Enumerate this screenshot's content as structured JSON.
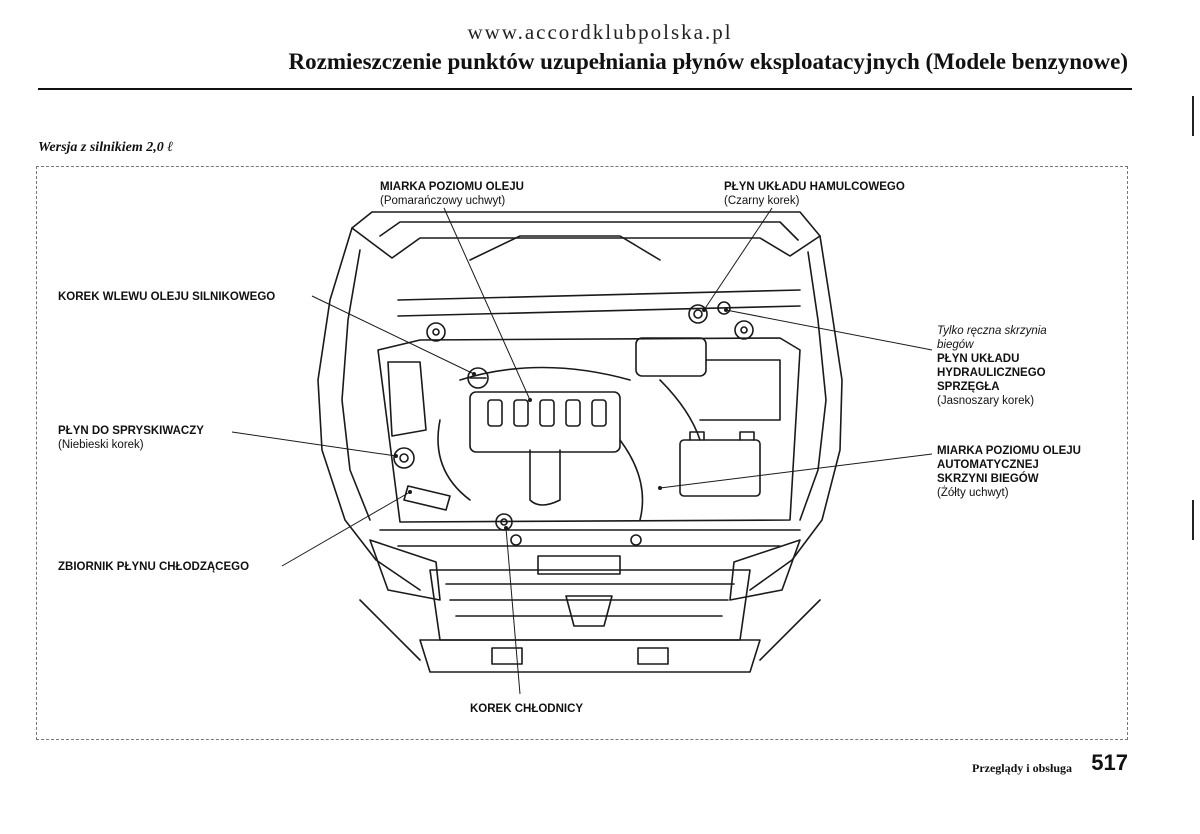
{
  "header": {
    "site": "www.accordklubpolska.pl",
    "title": "Rozmieszczenie punktów uzupełniania płynów eksploatacyjnych (Modele benzynowe)"
  },
  "version_label": "Wersja z silnikiem 2,0 ℓ",
  "labels": {
    "oil_dipstick": {
      "title": "MIARKA POZIOMU OLEJU",
      "sub": "(Pomarańczowy uchwyt)"
    },
    "brake_fluid": {
      "title": "PŁYN UKŁADU HAMULCOWEGO",
      "sub": "(Czarny korek)"
    },
    "oil_filler": {
      "title": "KOREK WLEWU OLEJU SILNIKOWEGO"
    },
    "washer": {
      "title": "PŁYN DO SPRYSKIWACZY",
      "sub": "(Niebieski korek)"
    },
    "coolant_reservoir": {
      "title": "ZBIORNIK PŁYNU CHŁODZĄCEGO"
    },
    "radiator_cap": {
      "title": "KOREK CHŁODNICY"
    },
    "clutch": {
      "note_line1": "Tylko ręczna skrzynia",
      "note_line2": "biegów",
      "line1": "PŁYN UKŁADU",
      "line2": "HYDRAULICZNEGO",
      "line3": "SPRZĘGŁA",
      "sub": "(Jasnoszary korek)"
    },
    "atf": {
      "line1": "MIARKA POZIOMU OLEJU",
      "line2": "AUTOMATYCZNEJ",
      "line3": "SKRZYNI BIEGÓW",
      "sub": "(Żółty uchwyt)"
    }
  },
  "footer": {
    "section": "Przeglądy i obsługa",
    "page": "517"
  }
}
